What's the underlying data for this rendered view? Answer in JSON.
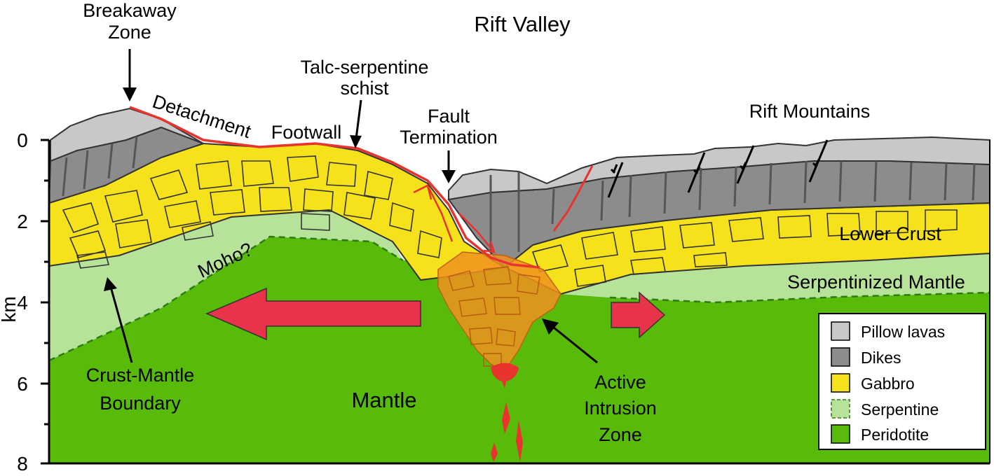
{
  "title": "Rift Valley",
  "labels": {
    "breakaway_line1": "Breakaway",
    "breakaway_line2": "Zone",
    "talc_line1": "Talc-serpentine",
    "talc_line2": "schist",
    "fault_line1": "Fault",
    "fault_line2": "Termination",
    "rift_mountains": "Rift Mountains",
    "detachment": "Detachment",
    "footwall": "Footwall",
    "moho": "Moho?",
    "lower_crust": "Lower Crust",
    "serpentinized_mantle": "Serpentinized Mantle",
    "crust_mantle_line1": "Crust-Mantle",
    "crust_mantle_line2": "Boundary",
    "mantle": "Mantle",
    "active_line1": "Active",
    "active_line2": "Intrusion",
    "active_line3": "Zone"
  },
  "axis": {
    "ylabel": "km",
    "ticks": [
      "0",
      "2",
      "4",
      "6",
      "8"
    ]
  },
  "legend": {
    "items": [
      {
        "label": "Pillow lavas",
        "color": "#c8c8c8"
      },
      {
        "label": "Dikes",
        "color": "#8c8c8c"
      },
      {
        "label": "Gabbro",
        "color": "#f5e21a"
      },
      {
        "label": "Serpentine",
        "color": "#b6e29a"
      },
      {
        "label": "Peridotite",
        "color": "#58bb0a"
      }
    ]
  },
  "colors": {
    "mantle": "#58bb0a",
    "serpentine": "#b6e29a",
    "gabbro": "#f5e21a",
    "dikes": "#8c8c8c",
    "pillow": "#c8c8c8",
    "fault": "#e8332f",
    "intrusion": "#f0901e",
    "arrow": "#e8334a"
  }
}
